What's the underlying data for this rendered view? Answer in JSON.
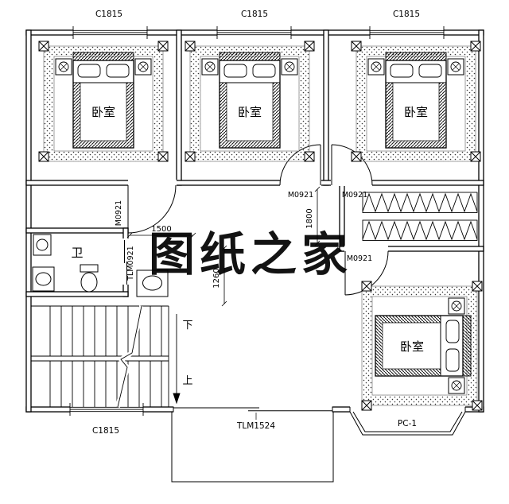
{
  "watermark": "图纸之家",
  "labels": {
    "win_top_left": "C1815",
    "win_top_mid": "C1815",
    "win_top_right": "C1815",
    "win_bottom_left": "C1815",
    "door_bed1": "M0921",
    "door_bed2": "M0921",
    "door_bed3": "M0921",
    "door_bed4": "M0921",
    "door_bath": "TLM0921",
    "door_balcony": "TLM1524",
    "bay_window": "PC-1",
    "dim_hall_width": "1500",
    "dim_hall_depth": "1800",
    "dim_hall_lower": "1260",
    "stairs_down": "下",
    "stairs_up": "上",
    "bedroom1": "卧室",
    "bedroom2": "卧室",
    "bedroom3": "卧室",
    "bedroom4": "卧室",
    "bathroom": "卫"
  },
  "colors": {
    "watermark": "#e03a50",
    "line": "#000000"
  }
}
